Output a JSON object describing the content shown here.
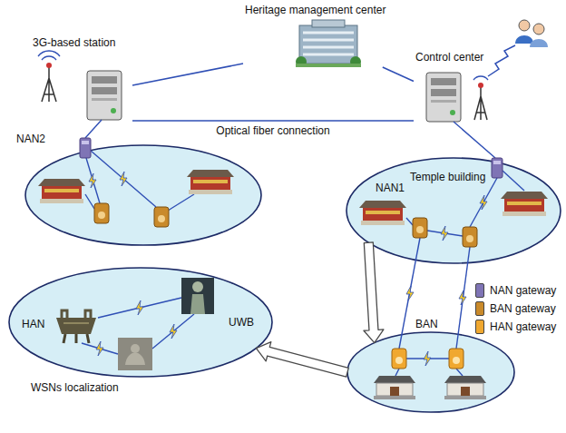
{
  "diagram": {
    "nodes": [
      {
        "text": [
          "Heritage management center"
        ]
      },
      {
        "text": [
          "3G-based station"
        ]
      },
      {
        "text": [
          "Control center"
        ]
      },
      {
        "text": [
          "NAN2"
        ]
      },
      {
        "text": [
          "NAN1"
        ]
      },
      {
        "text": [
          "BAN"
        ]
      },
      {
        "text": [
          "HAN"
        ]
      }
    ],
    "edges": [
      {
        "from": 0,
        "to": 1,
        "arrow": "none"
      },
      {
        "from": 0,
        "to": 2,
        "arrow": "none"
      },
      {
        "from": 1,
        "to": 2,
        "label": "Optical fiber connection",
        "arrow": "none"
      },
      {
        "from": 4,
        "to": 5,
        "arrow": "to"
      },
      {
        "from": 5,
        "to": 6,
        "arrow": "to"
      }
    ],
    "labels": [
      "Temple building",
      "UWB",
      "WSNs localization"
    ],
    "legend": [
      {
        "text": "NAN gateway",
        "color": "#7f74b5"
      },
      {
        "text": "BAN gateway",
        "color": "#c98a2b"
      },
      {
        "text": "HAN gateway",
        "color": "#f0a830"
      }
    ]
  }
}
